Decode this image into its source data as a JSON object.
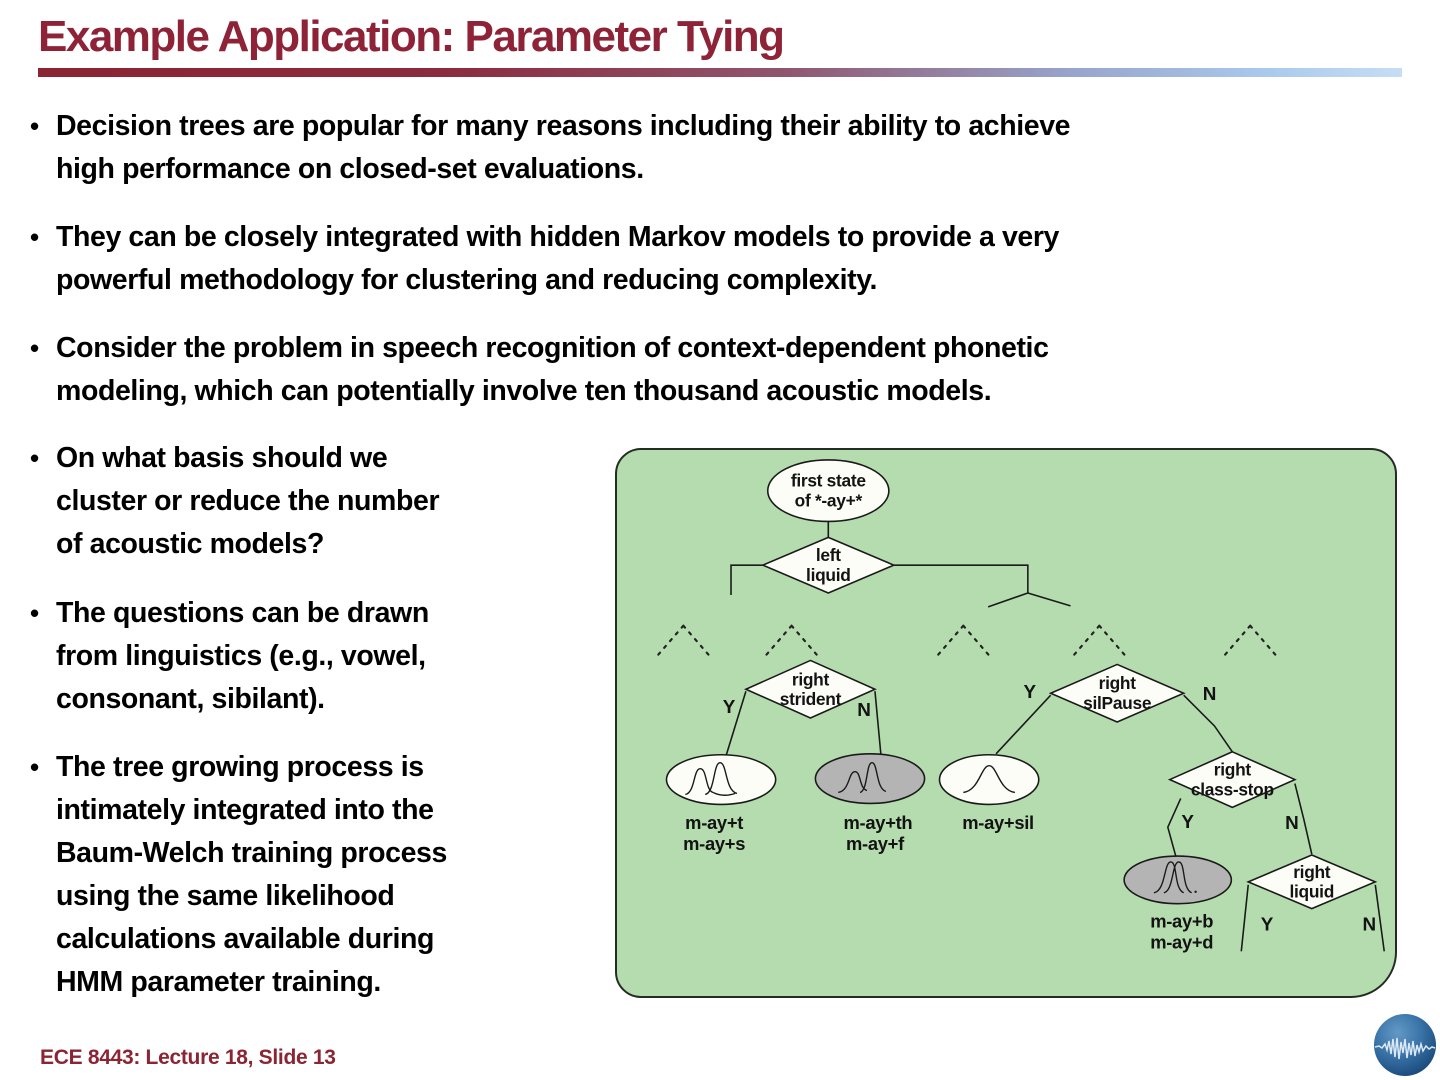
{
  "slide": {
    "title": "Example Application: Parameter Tying",
    "footer": "ECE 8443: Lecture 18, Slide 13",
    "bullets": [
      {
        "lines": [
          "Decision trees are popular for many reasons including their ability to achieve",
          "high performance on closed-set evaluations."
        ]
      },
      {
        "lines": [
          "They can be closely integrated with hidden Markov models to provide a very",
          "powerful methodology for clustering and reducing complexity."
        ]
      },
      {
        "lines": [
          "Consider the problem in speech recognition of context-dependent phonetic",
          "modeling, which can potentially involve ten thousand acoustic models."
        ]
      },
      {
        "lines": [
          "On what basis should we",
          "cluster or reduce the number",
          "of acoustic models?"
        ]
      },
      {
        "lines": [
          "The questions can be drawn",
          "from linguistics (e.g., vowel,",
          "consonant, sibilant)."
        ]
      },
      {
        "lines": [
          "The tree growing process is",
          "intimately integrated into the",
          "Baum-Welch training process",
          "using the same likelihood",
          "calculations available during",
          "HMM parameter training."
        ]
      }
    ]
  },
  "colors": {
    "title_maroon": "#8e2237",
    "rule_left": "#8b2433",
    "rule_right": "#c6ddf4",
    "panel_green": "#b5dcae",
    "leaf_gray": "#b4b4b4",
    "leaf_white": "#fdfdf8",
    "body_text": "#000000"
  },
  "diagram": {
    "root": {
      "line1": "first state",
      "line2": "of *-ay+*"
    },
    "left_liquid": {
      "line1": "left",
      "line2": "liquid"
    },
    "right_strident": {
      "line1": "right",
      "line2": "strident"
    },
    "right_silpause": {
      "line1": "right",
      "line2": "silPause"
    },
    "right_classstop": {
      "line1": "right",
      "line2": "class-stop"
    },
    "right_liquid": {
      "line1": "right",
      "line2": "liquid"
    },
    "leaf1": {
      "line1": "m-ay+t",
      "line2": "m-ay+s"
    },
    "leaf2": {
      "line1": "m-ay+th",
      "line2": "m-ay+f"
    },
    "leaf3": {
      "line1": "m-ay+sil"
    },
    "leaf4": {
      "line1": "m-ay+b",
      "line2": "m-ay+d"
    },
    "yes": "Y",
    "no": "N"
  }
}
